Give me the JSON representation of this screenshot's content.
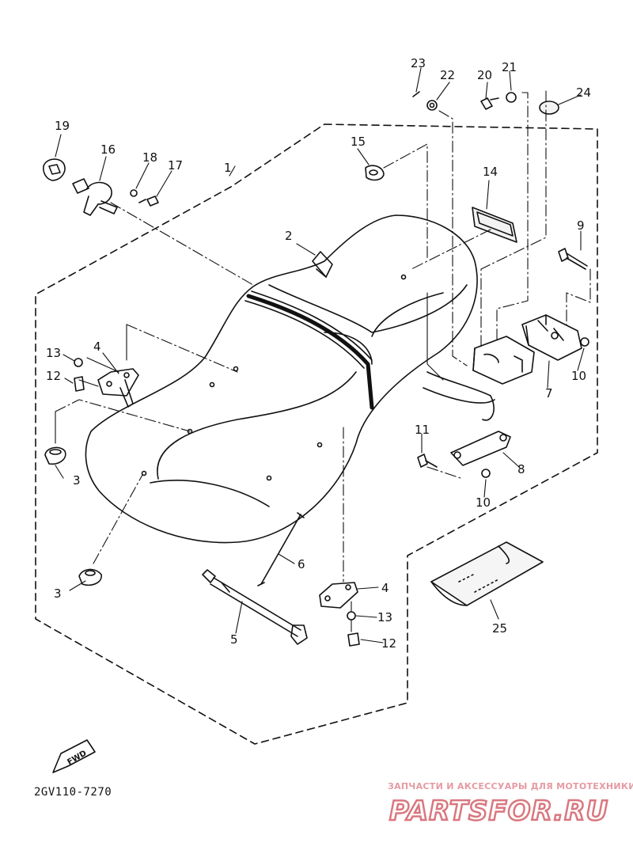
{
  "diagram": {
    "reference_code": "2GV110-7270",
    "fwd_label": "FWD",
    "callouts": [
      "1",
      "2",
      "3",
      "3",
      "4",
      "4",
      "5",
      "6",
      "7",
      "8",
      "9",
      "10",
      "10",
      "11",
      "12",
      "12",
      "13",
      "13",
      "14",
      "15",
      "16",
      "17",
      "18",
      "19",
      "20",
      "21",
      "22",
      "23",
      "24",
      "25"
    ]
  },
  "watermark": {
    "tagline": "ЗАПЧАСТИ И АКСЕССУАРЫ ДЛЯ МОТОТЕХНИКИ",
    "site": "PARTSFOR.RU"
  },
  "colors": {
    "ink": "#111111",
    "watermark": "#d9777f",
    "background": "#ffffff"
  }
}
